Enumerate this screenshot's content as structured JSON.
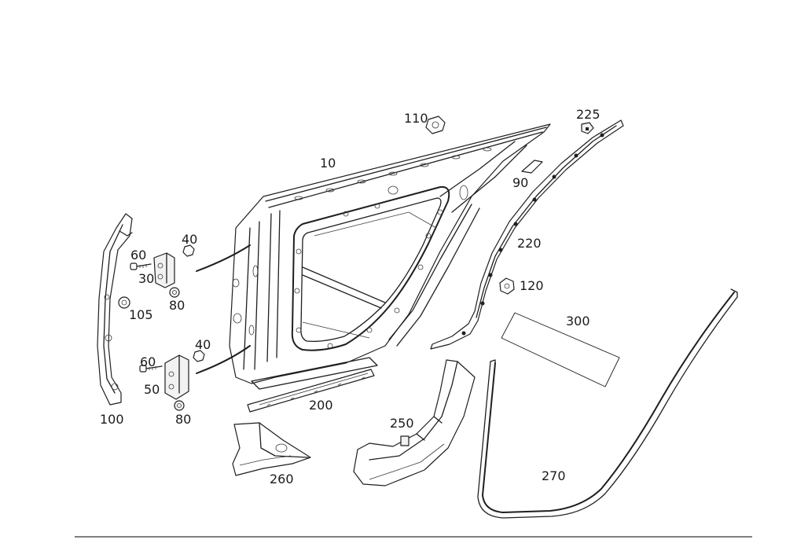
{
  "diagram": {
    "labels": {
      "p10": "10",
      "p110": "110",
      "p225": "225",
      "p90": "90",
      "p220": "220",
      "p120": "120",
      "p300": "300",
      "p40a": "40",
      "p60a": "60",
      "p30": "30",
      "p80a": "80",
      "p105": "105",
      "p40b": "40",
      "p60b": "60",
      "p50": "50",
      "p80b": "80",
      "p100": "100",
      "p200": "200",
      "p250": "250",
      "p260": "260",
      "p270": "270"
    }
  }
}
